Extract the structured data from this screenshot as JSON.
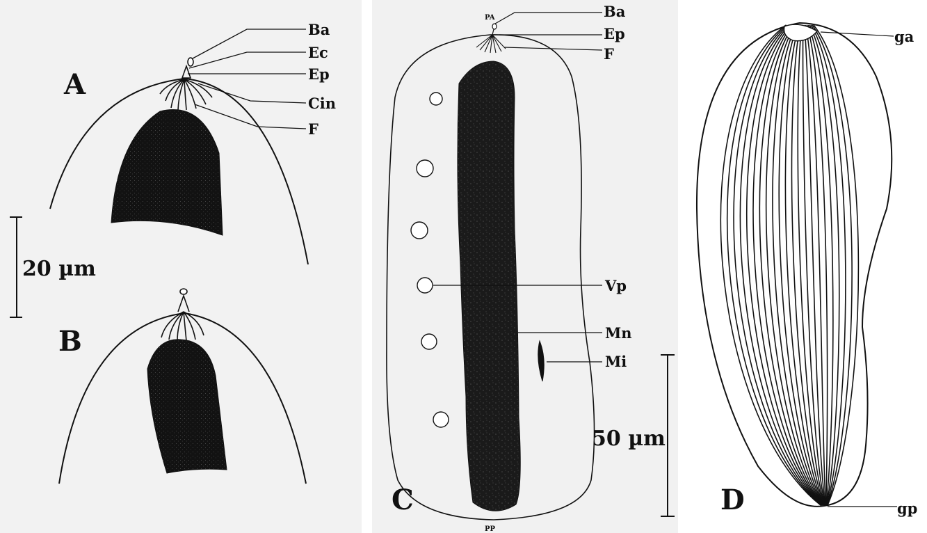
{
  "panels": {
    "A": {
      "letter": "A",
      "labels": {
        "ba": "Ba",
        "ec": "Ec",
        "ep": "Ep",
        "cin": "Cin",
        "f": "F"
      },
      "scale_bar": "20 µm"
    },
    "B": {
      "letter": "B"
    },
    "C": {
      "letter": "C",
      "labels": {
        "ba": "Ba",
        "ep": "Ep",
        "f": "F",
        "vp": "Vp",
        "mn": "Mn",
        "mi": "Mi",
        "pa": "PA",
        "pp": "PP"
      },
      "scale_bar": "50 µm"
    },
    "D": {
      "letter": "D",
      "labels": {
        "ga": "ga",
        "gp": "gp"
      }
    }
  },
  "colors": {
    "ink": "#111111",
    "nucleus": "#1a1a1a",
    "background": "#ffffff"
  }
}
